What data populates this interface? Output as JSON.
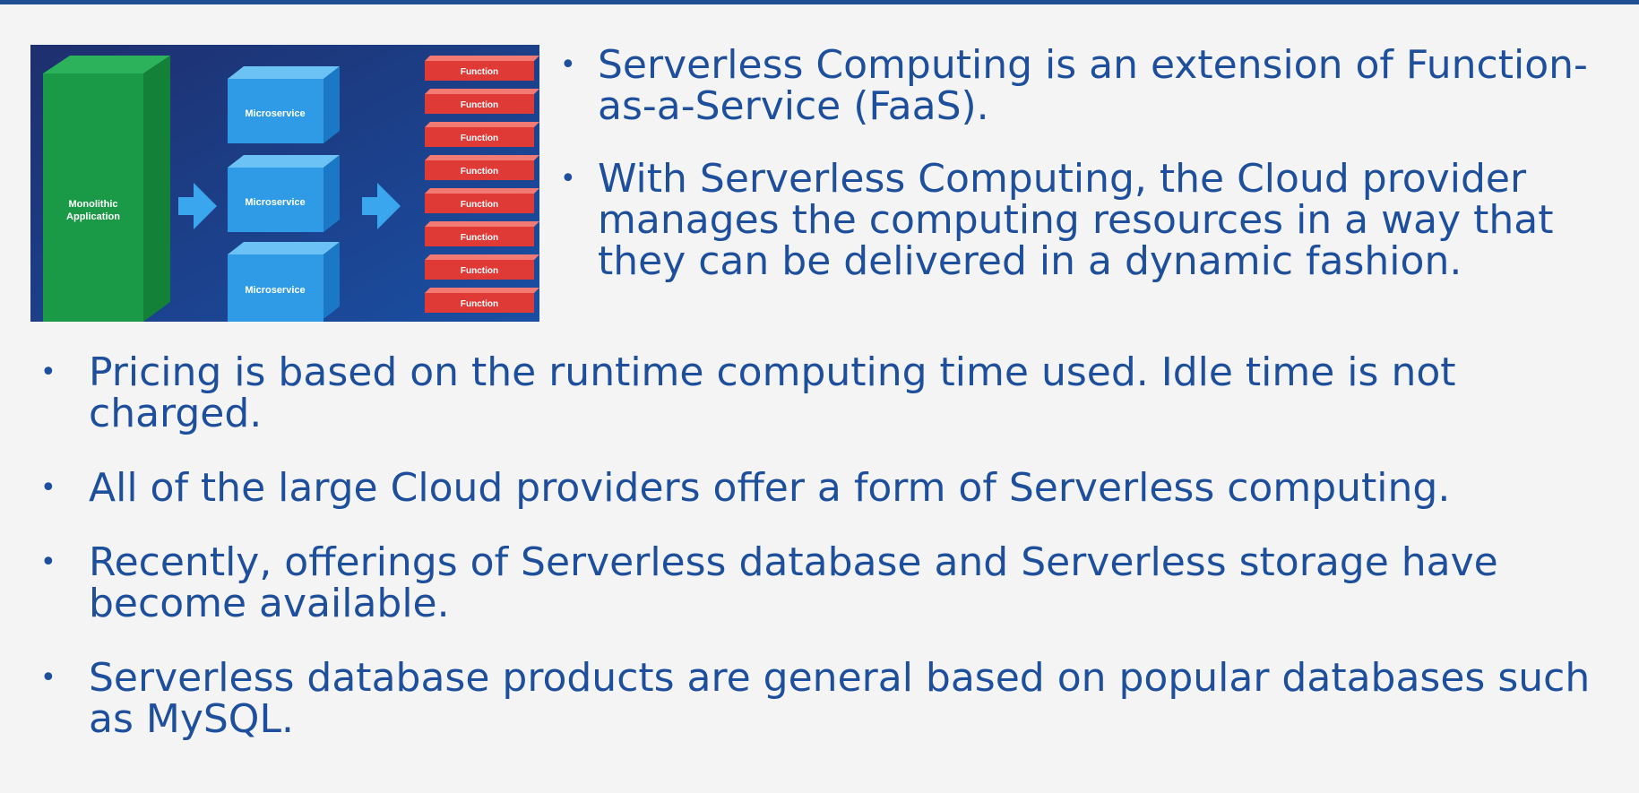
{
  "colors": {
    "text": "#1d4f9c",
    "top_bar": "#1f4e93",
    "monolith": "#1a9a46",
    "microservice": "#2f9be6",
    "function": "#e03a37",
    "diagram_background": "#1a3d8a"
  },
  "diagram": {
    "monolith_label_line1": "Monolithic",
    "monolith_label_line2": "Application",
    "microservice_label": "Microservice",
    "function_label": "Function",
    "function_count": 8,
    "microservice_count": 3
  },
  "bullets_top": [
    {
      "text": "Serverless Computing is an extension of Function-as-a-Service (FaaS)."
    },
    {
      "text": "With Serverless Computing, the Cloud provider manages the computing resources in a way that they can be delivered in a dynamic fashion."
    }
  ],
  "bullets_main": [
    {
      "text": "Pricing is based on the runtime computing time used. Idle time is not charged."
    },
    {
      "text": "All of the large Cloud providers offer a form of Serverless computing."
    },
    {
      "text": "Recently, offerings of Serverless database and Serverless storage have become available."
    },
    {
      "text": "Serverless database products are general based on popular databases such as MySQL."
    }
  ]
}
